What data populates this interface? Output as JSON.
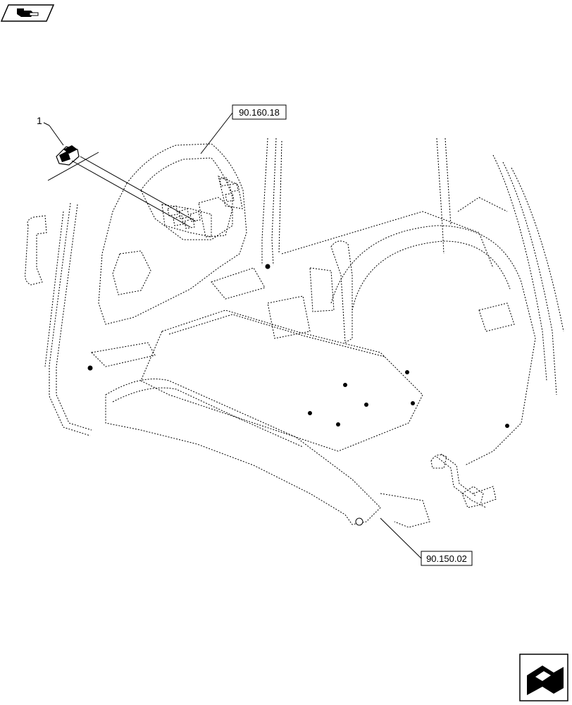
{
  "callouts": {
    "part_1": "1",
    "ref_top": "90.160.18",
    "ref_bottom": "90.150.02"
  },
  "icons": {
    "top_left": "assembly-view-icon",
    "bottom_right": "next-page-icon"
  },
  "colors": {
    "line": "#000000",
    "background": "#ffffff"
  }
}
